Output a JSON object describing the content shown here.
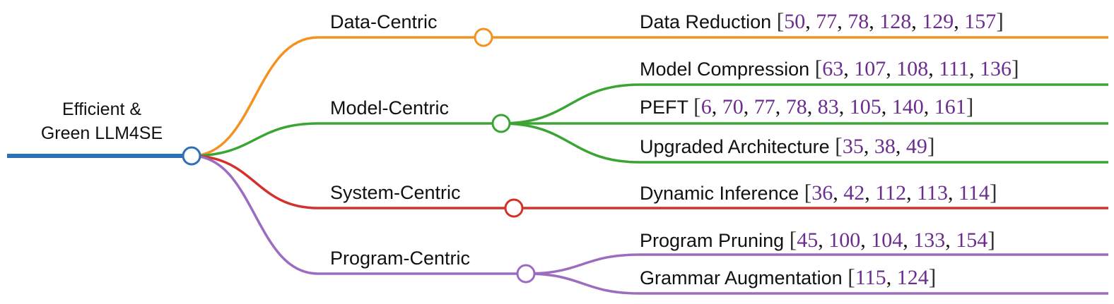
{
  "root": {
    "line1": "Efficient &",
    "line2": "Green LLM4SE",
    "color": "#2e6fb5"
  },
  "categories": [
    {
      "id": "data",
      "label": "Data-Centric",
      "color": "#f39221",
      "leaves": [
        {
          "label": "Data Reduction",
          "refs": [
            "50",
            "77",
            "78",
            "128",
            "129",
            "157"
          ]
        }
      ]
    },
    {
      "id": "model",
      "label": "Model-Centric",
      "color": "#3aa535",
      "leaves": [
        {
          "label": "Model Compression",
          "refs": [
            "63",
            "107",
            "108",
            "111",
            "136"
          ]
        },
        {
          "label": "PEFT",
          "refs": [
            "6",
            "70",
            "77",
            "78",
            "83",
            "105",
            "140",
            "161"
          ]
        },
        {
          "label": "Upgraded Architecture",
          "refs": [
            "35",
            "38",
            "49"
          ]
        }
      ]
    },
    {
      "id": "system",
      "label": "System-Centric",
      "color": "#d4312d",
      "leaves": [
        {
          "label": "Dynamic Inference",
          "refs": [
            "36",
            "42",
            "112",
            "113",
            "114"
          ]
        }
      ]
    },
    {
      "id": "program",
      "label": "Program-Centric",
      "color": "#9b6cc0",
      "leaves": [
        {
          "label": "Program Pruning",
          "refs": [
            "45",
            "100",
            "104",
            "133",
            "154"
          ]
        },
        {
          "label": "Grammar Augmentation",
          "refs": [
            "115",
            "124"
          ]
        }
      ]
    }
  ]
}
